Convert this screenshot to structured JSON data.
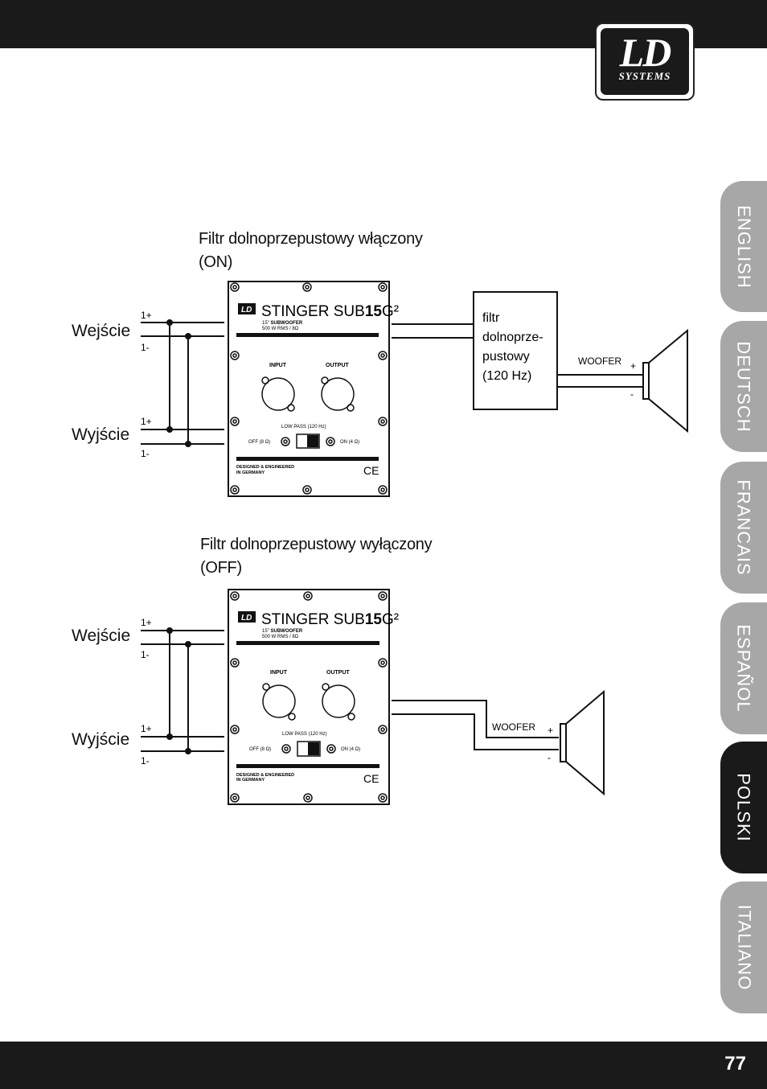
{
  "page_number": "77",
  "logo": {
    "main": "LD",
    "sub": "SYSTEMS"
  },
  "tabs": [
    {
      "label": "ENGLISH",
      "active": false
    },
    {
      "label": "DEUTSCH",
      "active": false
    },
    {
      "label": "FRANCAIS",
      "active": false
    },
    {
      "label": "ESPAÑOL",
      "active": false
    },
    {
      "label": "POLSKI",
      "active": true
    },
    {
      "label": "ITALIANO",
      "active": false
    }
  ],
  "diagrams": [
    {
      "title_line1": "Filtr dolnoprzepustowy włączony",
      "title_line2": "(ON)",
      "input_label": "Wejście",
      "output_label": "Wyjście",
      "pin_pos": "1+",
      "pin_neg": "1-",
      "filter_box": [
        "filtr",
        "dolnoprze-",
        "pustowy",
        "(120 Hz)"
      ],
      "woofer": "WOOFER",
      "plus": "+",
      "minus": "-"
    },
    {
      "title_line1": "Filtr dolnoprzepustowy wyłączony",
      "title_line2": "(OFF)",
      "input_label": "Wejście",
      "output_label": "Wyjście",
      "pin_pos": "1+",
      "pin_neg": "1-",
      "woofer": "WOOFER",
      "plus": "+",
      "minus": "-"
    }
  ],
  "panel": {
    "brand": "STINGER SUB",
    "model_num": "15",
    "model_suffix": "G²",
    "size": "15\"",
    "type": "SUBWOOFER",
    "rating": "500 W RMS / 8Ω",
    "input": "INPUT",
    "output": "OUTPUT",
    "low_pass": "LOW PASS (120 Hz)",
    "off": "OFF (8 Ω)",
    "on": "ON (4 Ω)",
    "designed_line1": "DESIGNED & ENGINEERED",
    "designed_line2": "IN GERMANY",
    "ce": "CE",
    "logo_text": "LD"
  }
}
